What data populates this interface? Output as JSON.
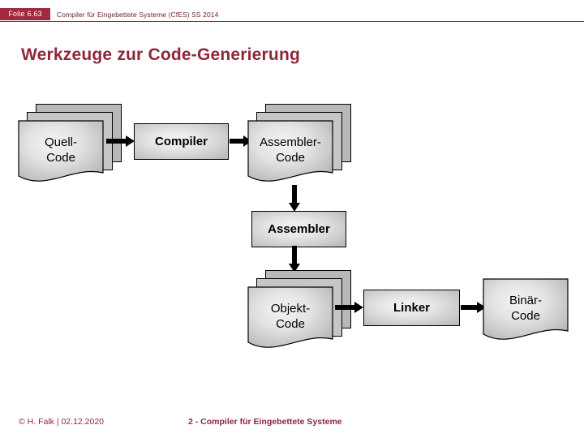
{
  "header": {
    "slide_badge": "Folie 6.63",
    "course_subtitle": "Compiler für Eingebettete Systeme (CfES) SS 2014",
    "accent_color": "#9e2a3c"
  },
  "title": "Werkzeuge zur Code-Generierung",
  "diagram": {
    "nodes": [
      {
        "id": "quell-code",
        "label_line1": "Quell-",
        "label_line2": "Code",
        "shape": "document-stack"
      },
      {
        "id": "compiler",
        "label_line1": "Compiler",
        "label_line2": "",
        "shape": "process-box"
      },
      {
        "id": "assembler-code",
        "label_line1": "Assembler-",
        "label_line2": "Code",
        "shape": "document-stack"
      },
      {
        "id": "assembler",
        "label_line1": "Assembler",
        "label_line2": "",
        "shape": "process-box"
      },
      {
        "id": "objekt-code",
        "label_line1": "Objekt-",
        "label_line2": "Code",
        "shape": "document-stack"
      },
      {
        "id": "linker",
        "label_line1": "Linker",
        "label_line2": "",
        "shape": "process-box"
      },
      {
        "id": "binaer-code",
        "label_line1": "Binär-",
        "label_line2": "Code",
        "shape": "document-single"
      }
    ],
    "edges": [
      {
        "from": "quell-code",
        "to": "compiler",
        "direction": "right"
      },
      {
        "from": "compiler",
        "to": "assembler-code",
        "direction": "right"
      },
      {
        "from": "assembler-code",
        "to": "assembler",
        "direction": "down"
      },
      {
        "from": "assembler",
        "to": "objekt-code",
        "direction": "down"
      },
      {
        "from": "objekt-code",
        "to": "linker",
        "direction": "right"
      },
      {
        "from": "linker",
        "to": "binaer-code",
        "direction": "right"
      }
    ]
  },
  "footer": {
    "copyright": "© H. Falk | 02.12.2020",
    "course": "2 - Compiler für Eingebettete Systeme"
  }
}
